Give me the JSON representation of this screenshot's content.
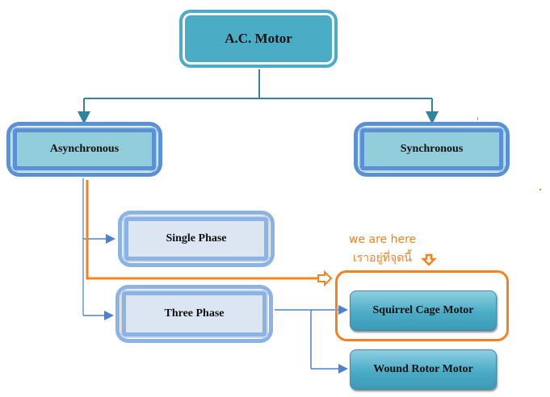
{
  "diagram": {
    "root": {
      "label": "A.C. Motor"
    },
    "level2": [
      {
        "label": "Asynchronous"
      },
      {
        "label": "Synchronous"
      }
    ],
    "level3": [
      {
        "label": "Single Phase",
        "parent": "Asynchronous"
      },
      {
        "label": "Three Phase",
        "parent": "Asynchronous"
      }
    ],
    "level4": [
      {
        "label": "Squirrel Cage Motor",
        "parent": "Three Phase",
        "highlighted": true
      },
      {
        "label": "Wound Rotor Motor",
        "parent": "Three Phase"
      }
    ],
    "annotation": {
      "line1": "we are here",
      "line2": "เราอยู่ที่จุดนี้",
      "target": "Squirrel Cage Motor"
    }
  },
  "colors": {
    "root_fill": "#4bacc6",
    "level2_border": "#5b8fd6",
    "level2_fill": "#92cddc",
    "level3_border": "#8db3e2",
    "level3_fill": "#dce6f2",
    "level4_fill": "#4bacc6",
    "connector_teal": "#31849b",
    "connector_blue": "#4f81d0",
    "highlight_orange": "#f58220"
  }
}
